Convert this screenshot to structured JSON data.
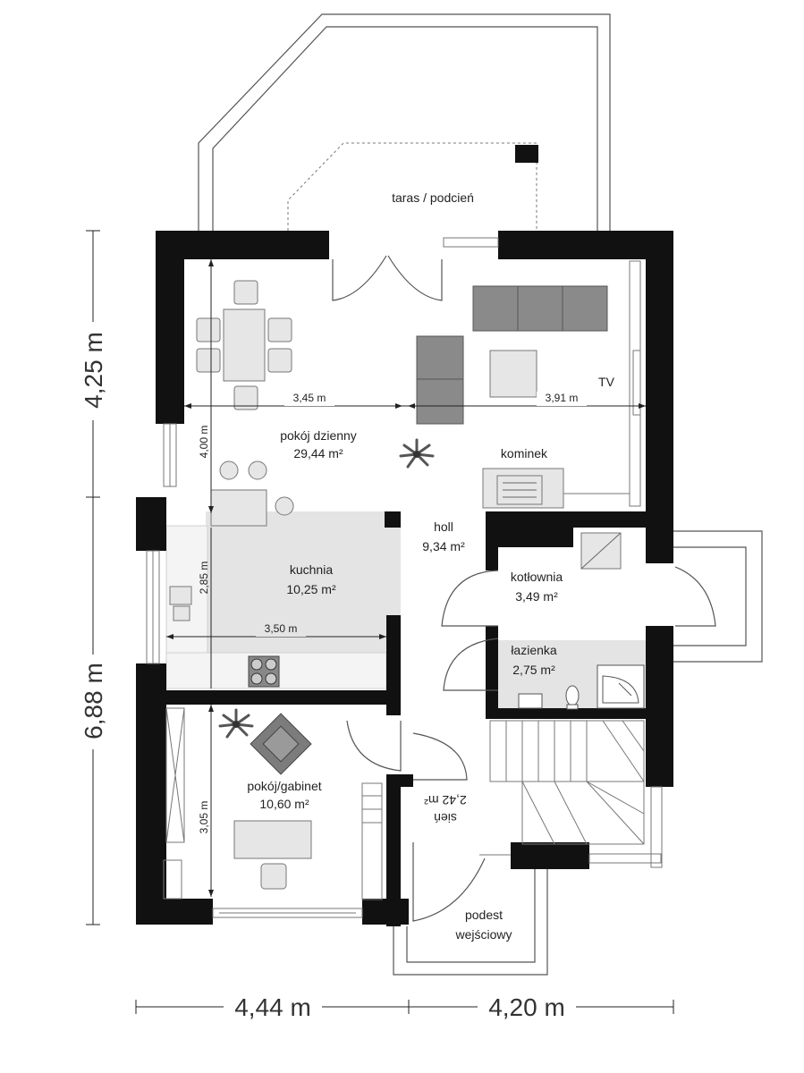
{
  "rooms": {
    "terrace": {
      "name": "taras / podcień"
    },
    "living": {
      "name": "pokój dzienny",
      "area": "29,44 m²"
    },
    "kitchen": {
      "name": "kuchnia",
      "area": "10,25 m²"
    },
    "hall": {
      "name": "holl",
      "area": "9,34 m²"
    },
    "boiler": {
      "name": "kotłownia",
      "area": "3,49 m²"
    },
    "bathroom": {
      "name": "łazienka",
      "area": "2,75 m²"
    },
    "office": {
      "name": "pokój/gabinet",
      "area": "10,60 m²"
    },
    "vestibule": {
      "name": "sień",
      "area": "2,42 m²"
    },
    "porch": {
      "name_line1": "podest",
      "name_line2": "wejściowy"
    }
  },
  "labels": {
    "tv": "TV",
    "fireplace": "kominek"
  },
  "dimensions": {
    "inner": {
      "living_width_left": "3,45 m",
      "living_width_right": "3,91 m",
      "living_height": "4,00 m",
      "kitchen_height": "2,85 m",
      "kitchen_width": "3,50 m",
      "office_height": "3,05 m"
    },
    "outer": {
      "vertical_top": "4,25 m",
      "vertical_bottom": "6,88 m",
      "horizontal_left": "4,44 m",
      "horizontal_right": "4,20 m"
    }
  },
  "icons": [
    "plant-icon",
    "armchair-icon",
    "sofa-icon",
    "stove-icon",
    "toilet-icon",
    "shower-icon"
  ]
}
